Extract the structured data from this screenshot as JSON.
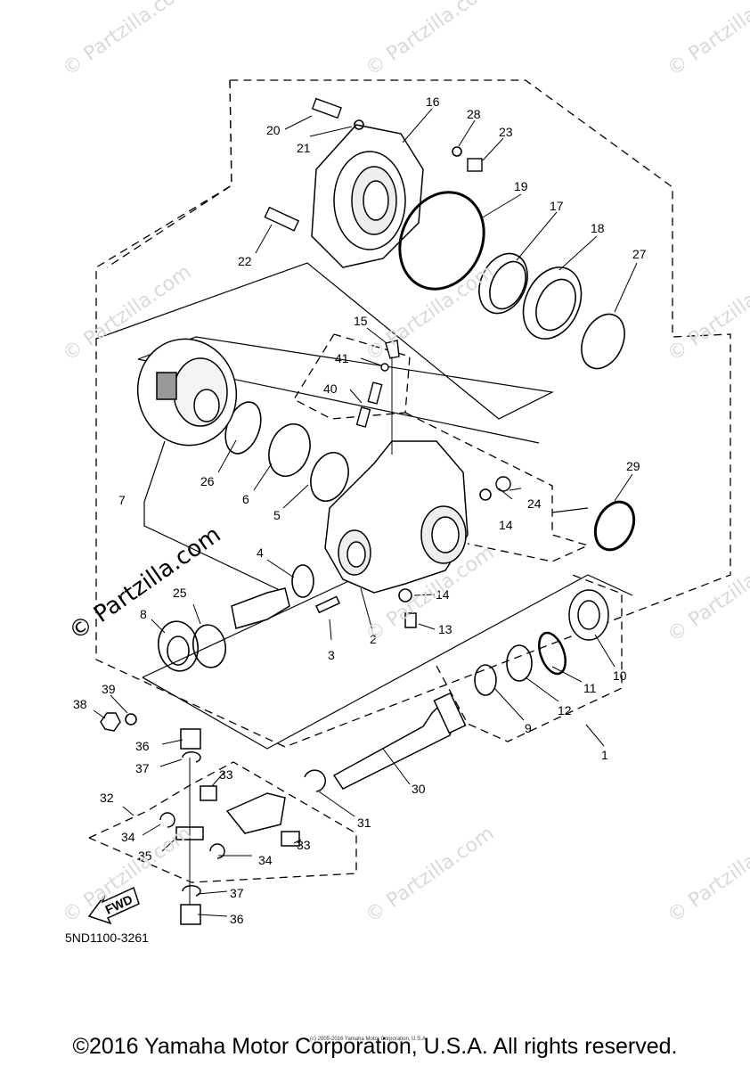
{
  "watermark": "© Partzilla.com",
  "diagram_code": "5ND1100-3261",
  "small_copyright": "(c) 2005-2016 Yamaha Motor Corporation, U.S.A.",
  "footer_copyright": "©2016 Yamaha Motor Corporation, U.S.A. All rights reserved.",
  "fwd_label": "FWD",
  "callouts": [
    "1",
    "2",
    "3",
    "4",
    "5",
    "6",
    "7",
    "8",
    "9",
    "10",
    "11",
    "12",
    "13",
    "14",
    "14",
    "15",
    "16",
    "17",
    "18",
    "19",
    "20",
    "21",
    "22",
    "23",
    "24",
    "25",
    "26",
    "27",
    "28",
    "29",
    "30",
    "31",
    "32",
    "33",
    "33",
    "34",
    "34",
    "35",
    "36",
    "36",
    "37",
    "37",
    "38",
    "39",
    "40",
    "41"
  ]
}
